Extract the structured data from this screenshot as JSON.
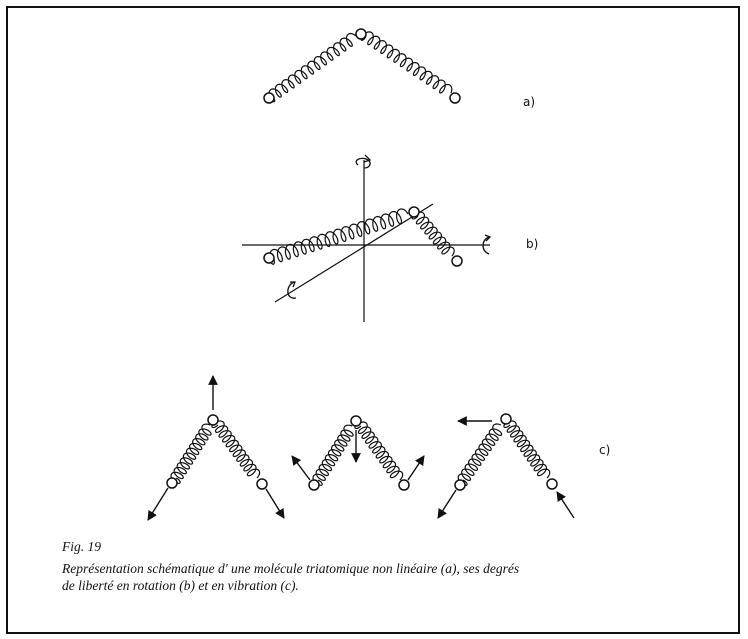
{
  "figure": {
    "panel_labels": {
      "a": "a)",
      "b": "b)",
      "c": "c)"
    },
    "caption": {
      "number": "Fig. 19",
      "line1": "Représentation schématique d' une molécule triatomique non linéaire (a), ses degrés",
      "line2": "de liberté en rotation (b) et en vibration (c)."
    }
  },
  "colors": {
    "ink": "#111111",
    "paper": "#ffffff"
  }
}
